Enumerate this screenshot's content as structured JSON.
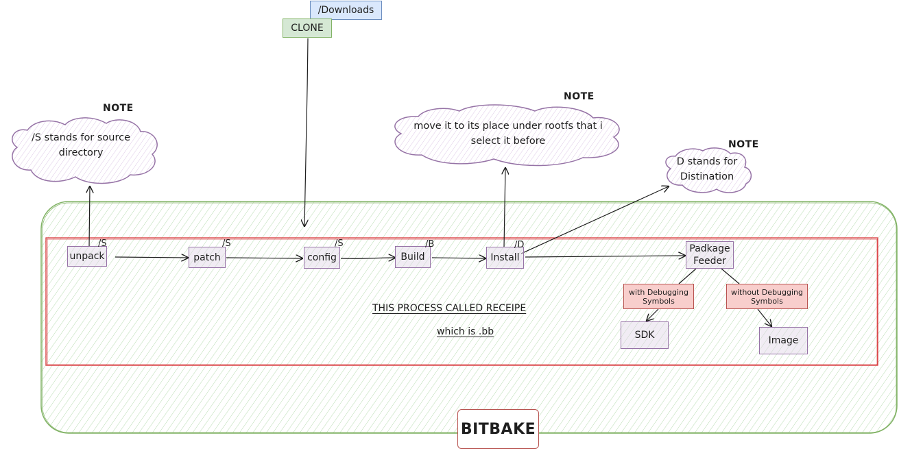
{
  "colors": {
    "bitbake_border": "#82b366",
    "bitbake_fill": "#d5e8d4",
    "recipe_border": "#d6272b",
    "step_border": "#9673a6",
    "step_fill": "#e1d5e7",
    "debug_border": "#b85450",
    "debug_fill": "#f8cecc",
    "clone_fill": "#d5e8d4",
    "downloads_fill": "#dae8fc",
    "cloud_border": "#9673a6"
  },
  "top": {
    "downloads": "/Downloads",
    "clone": "CLONE"
  },
  "notes": [
    {
      "title": "NOTE",
      "lines": [
        "/S stands for source",
        "directory"
      ]
    },
    {
      "title": "NOTE",
      "lines": [
        "move it to its place under rootfs that i",
        "select it before"
      ]
    },
    {
      "title": "NOTE",
      "lines": [
        "D stands for",
        "Distination"
      ]
    }
  ],
  "steps": [
    {
      "label": "unpack",
      "dir": "/S"
    },
    {
      "label": "patch",
      "dir": "/S"
    },
    {
      "label": "config",
      "dir": "/S"
    },
    {
      "label": "Build",
      "dir": "/B"
    },
    {
      "label": "Install",
      "dir": "/D"
    }
  ],
  "feeder": {
    "lines": [
      "Padkage",
      "Feeder"
    ]
  },
  "branches": {
    "with": {
      "lines": [
        "with Debugging",
        "Symbols"
      ],
      "target": "SDK"
    },
    "without": {
      "lines": [
        "without Debugging",
        "Symbols"
      ],
      "target": "Image"
    }
  },
  "recipe": {
    "title": "THIS PROCESS CALLED RECEIPE",
    "subtitle": "which is .bb"
  },
  "bitbake": {
    "label": "BITBAKE"
  }
}
